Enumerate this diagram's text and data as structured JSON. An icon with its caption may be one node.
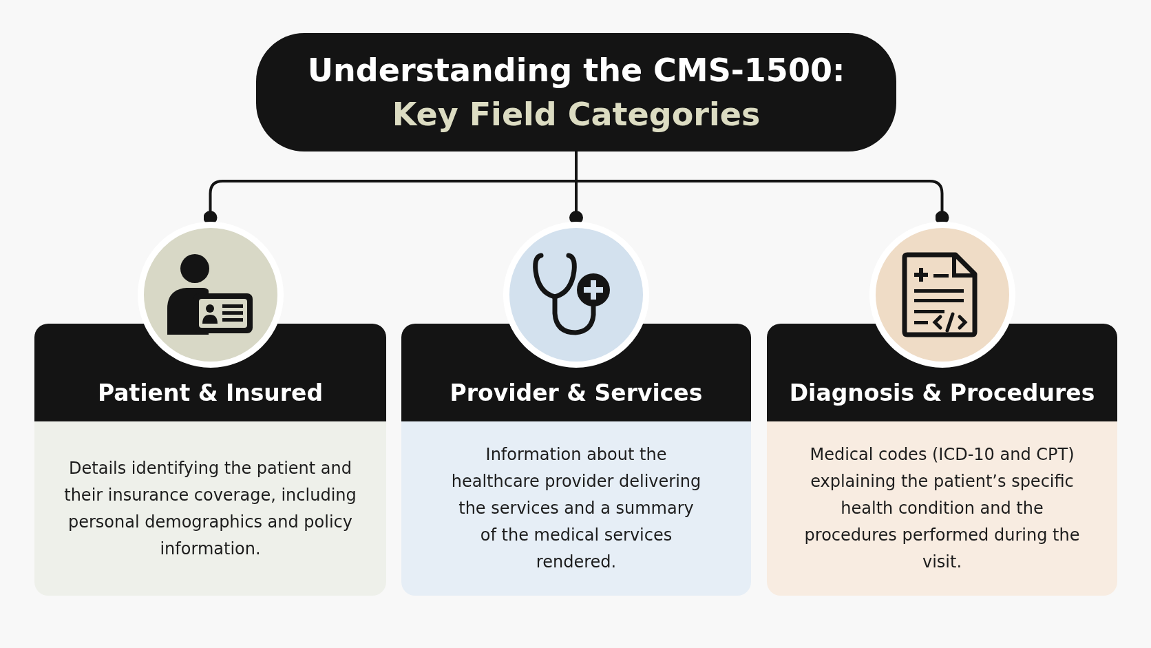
{
  "diagram": {
    "nodes": [
      {
        "text": [
          "Understanding the CMS-1500:",
          "Key Field Categories"
        ]
      },
      {
        "text": [
          "Patient & Insured",
          "Details identifying the patient and their insurance coverage, including personal demographics and policy information."
        ]
      },
      {
        "text": [
          "Provider & Services",
          "Information about the healthcare provider delivering the services and a summary of the medical services rendered."
        ]
      },
      {
        "text": [
          "Diagnosis & Procedures",
          "Medical codes (ICD-10 and CPT) explaining the patient’s specific health condition and the procedures performed during the visit."
        ]
      }
    ],
    "edges": [
      {
        "from": 0,
        "to": 1,
        "arrow": "other"
      },
      {
        "from": 0,
        "to": 2,
        "arrow": "other"
      },
      {
        "from": 0,
        "to": 3,
        "arrow": "other"
      }
    ]
  }
}
